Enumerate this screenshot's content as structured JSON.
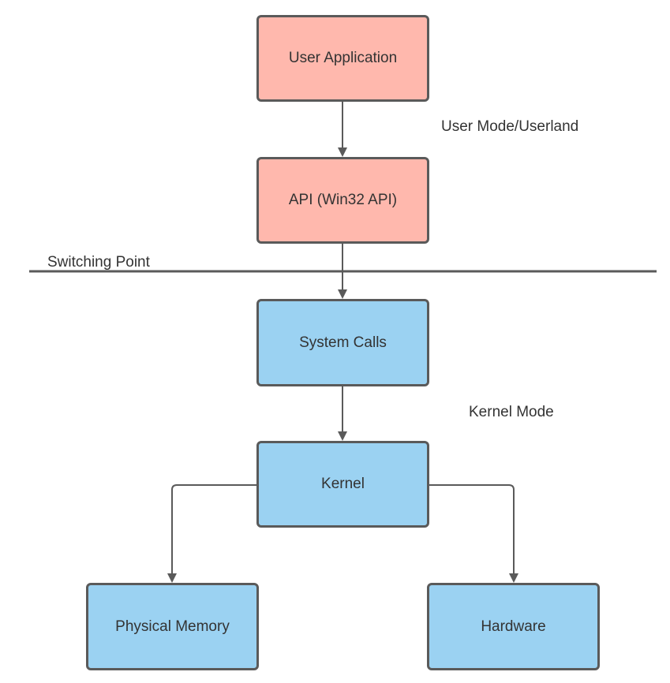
{
  "nodes": {
    "user_application": "User Application",
    "api": "API (Win32 API)",
    "system_calls": "System Calls",
    "kernel": "Kernel",
    "physical_memory": "Physical Memory",
    "hardware": "Hardware"
  },
  "labels": {
    "user_mode": "User Mode/Userland",
    "switching_point": "Switching Point",
    "kernel_mode": "Kernel Mode"
  },
  "colors": {
    "user_mode_fill": "#ffb8ad",
    "kernel_mode_fill": "#9bd2f2",
    "stroke": "#5a5a5a"
  }
}
